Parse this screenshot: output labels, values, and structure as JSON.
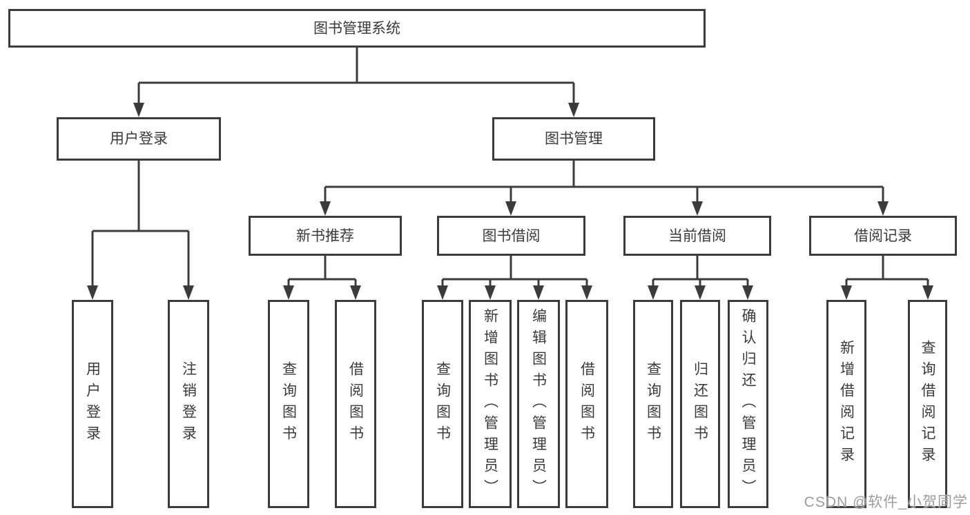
{
  "diagram": {
    "root": "图书管理系统",
    "level2": {
      "user_login": "用户登录",
      "book_mgmt": "图书管理"
    },
    "level3": {
      "new_book_rec": "新书推荐",
      "book_borrow": "图书借阅",
      "current_borrow": "当前借阅",
      "borrow_records": "借阅记录"
    },
    "leaves": {
      "user_login_login": "用户登录",
      "user_login_logout": "注销登录",
      "new_book_query": "查询图书",
      "new_book_borrow": "借阅图书",
      "borrow_query": "查询图书",
      "borrow_add": "新增图书（管理员）",
      "borrow_edit": "编辑图书（管理员）",
      "borrow_borrow": "借阅图书",
      "current_query": "查询图书",
      "current_return": "归还图书",
      "current_confirm": "确认归还（管理员）",
      "records_add": "新增借阅记录",
      "records_query": "查询借阅记录"
    }
  },
  "watermark": "CSDN @软件_小贺同学",
  "colors": {
    "line": "#3b3b3b",
    "text": "#3a3a3a",
    "box_background": "#ffffff",
    "watermark": "#9c9c9c"
  }
}
